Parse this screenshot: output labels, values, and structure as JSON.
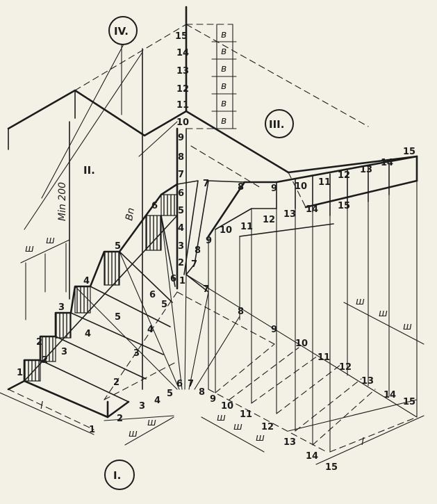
{
  "regions": {
    "r1": "I.",
    "r2": "II.",
    "r3": "III.",
    "r4": "IV."
  },
  "labels": {
    "min_height": "Min 200",
    "flight_width": "Bn",
    "tread": "ш",
    "riser": "в",
    "length": "l"
  },
  "step_numbers": [
    "1",
    "2",
    "3",
    "4",
    "5",
    "6",
    "7",
    "8",
    "9",
    "10",
    "11",
    "12",
    "13",
    "14",
    "15"
  ],
  "colors": {
    "ink": "#1c1c1c",
    "paper": "#f3f1e6"
  }
}
